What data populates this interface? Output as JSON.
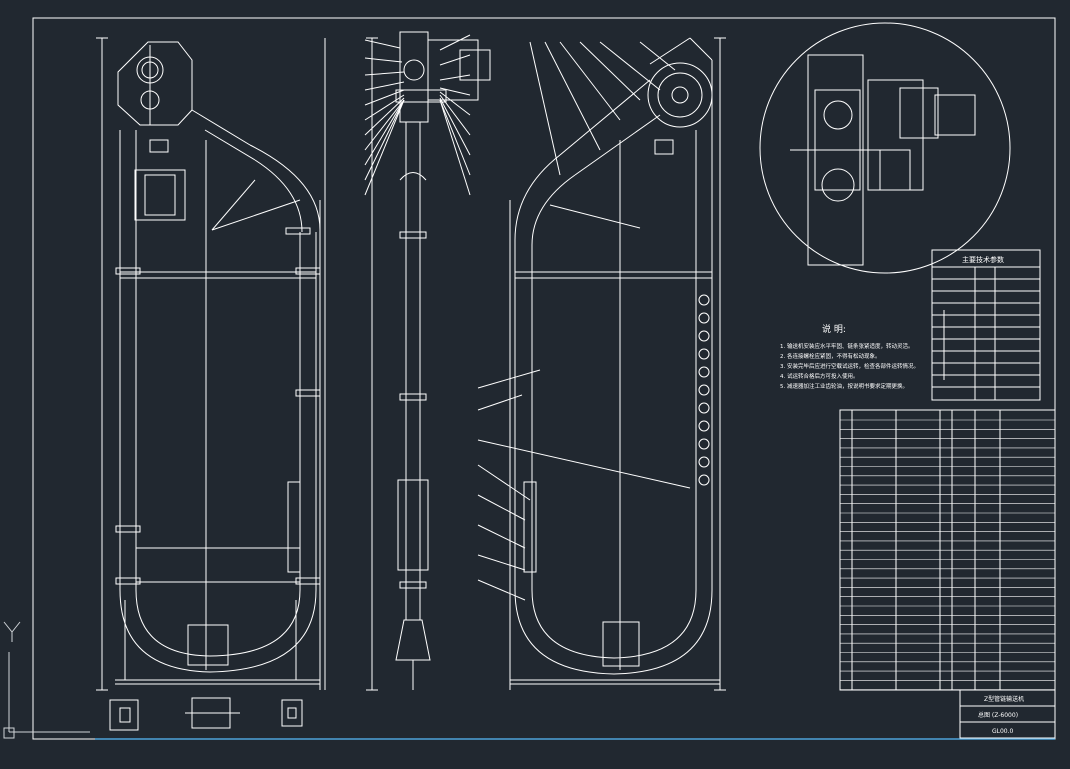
{
  "drawing": {
    "background": "#212830",
    "line_color": "#ffffff",
    "accent_color": "#4ea3d9",
    "notes_title": "说 明:",
    "notes": [
      "1. 输送机安装应水平牢固、链条张紧适度，转动灵活。",
      "2. 各连接螺栓应紧固，不得有松动现象。",
      "3. 安装完毕后应进行空载试运转，检查各部件运转情况。",
      "4. 试运转合格后方可投入使用。",
      "5. 减速器加注工业齿轮油，按说明书要求定期更换。"
    ],
    "tech_params_title": "主要技术参数",
    "title_block": [
      "Z型管链输送机",
      "总图 (Z-6000)",
      "GL00.0"
    ]
  }
}
